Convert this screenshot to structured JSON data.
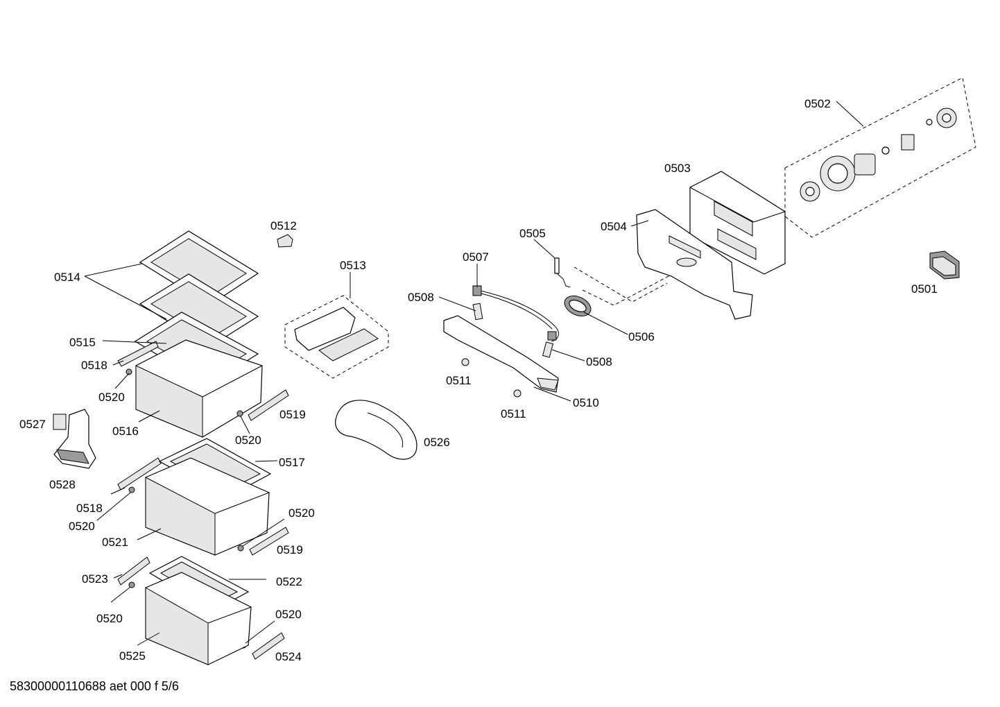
{
  "labels": {
    "p0501": "0501",
    "p0502": "0502",
    "p0503": "0503",
    "p0504": "0504",
    "p0505": "0505",
    "p0506": "0506",
    "p0507": "0507",
    "p0508a": "0508",
    "p0508b": "0508",
    "p0510": "0510",
    "p0511a": "0511",
    "p0511b": "0511",
    "p0512": "0512",
    "p0513": "0513",
    "p0514": "0514",
    "p0515": "0515",
    "p0516": "0516",
    "p0517": "0517",
    "p0518a": "0518",
    "p0518b": "0518",
    "p0519a": "0519",
    "p0519b": "0519",
    "p0520a": "0520",
    "p0520b": "0520",
    "p0520c": "0520",
    "p0520d": "0520",
    "p0520e": "0520",
    "p0520f": "0520",
    "p0521": "0521",
    "p0522": "0522",
    "p0523": "0523",
    "p0524": "0524",
    "p0525": "0525",
    "p0526": "0526",
    "p0527": "0527",
    "p0528": "0528"
  },
  "footer": "58300000110688 aet 000 f 5/6"
}
